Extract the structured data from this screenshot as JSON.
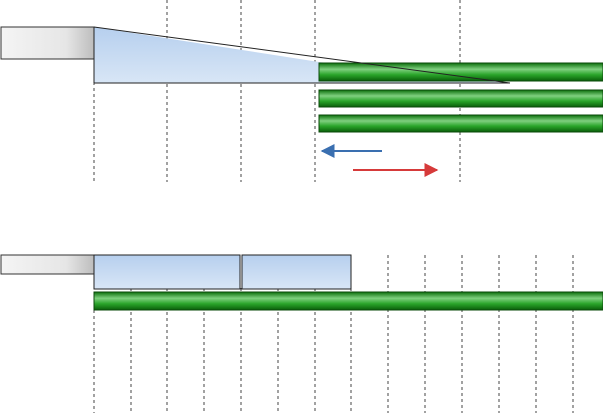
{
  "diagram": {
    "panels": [
      {
        "id": "top",
        "elements": [
          "grey-block",
          "blue-wedge",
          "green-bars",
          "guide-lines",
          "direction-arrows"
        ],
        "green_bar_count": 3,
        "arrows": [
          {
            "name": "blue-arrow-left",
            "direction": "left",
            "color": "#3a6fb0"
          },
          {
            "name": "red-arrow-right",
            "direction": "right",
            "color": "#d63a3a"
          }
        ]
      },
      {
        "id": "bottom",
        "elements": [
          "grey-block",
          "blue-boxes",
          "green-bar",
          "guide-lines"
        ],
        "blue_box_count": 2,
        "green_bar_count": 1
      }
    ],
    "colors": {
      "green": "#1a8a1a",
      "green_light": "#7fd07f",
      "blue_fill": "#c5daf0",
      "grey_block": "#e8e8e8",
      "outline": "#222222"
    }
  }
}
